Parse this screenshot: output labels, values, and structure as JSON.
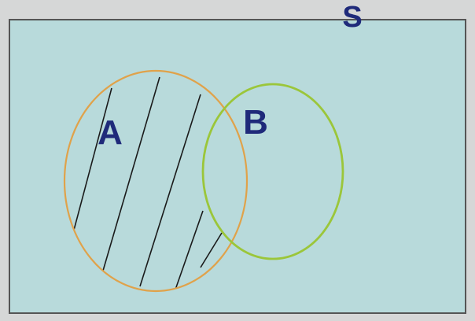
{
  "diagram": {
    "universe_label": "S",
    "set_a_label": "A",
    "set_b_label": "B",
    "shaded_region": "A only",
    "colors": {
      "page_background": "#d6d7d7",
      "universe_fill": "#b8dadb",
      "universe_border": "#555555",
      "set_a_outline": "#e0a24a",
      "set_b_outline": "#9bc63a",
      "hatch_lines": "#1a1a1a",
      "label_text": "#1f2a7a"
    }
  }
}
